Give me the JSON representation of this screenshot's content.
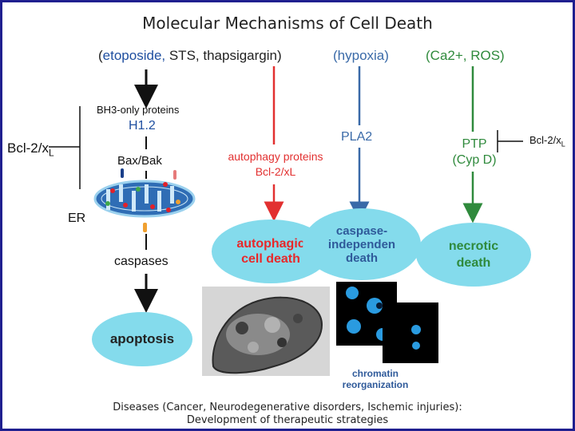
{
  "title": "Molecular Mechanisms of Cell Death",
  "triggers": {
    "apoptosis_open": "(",
    "apoptosis_blue": "etoposide,",
    "apoptosis_rest": " STS, thapsigargin)",
    "caspase_independent": "(hypoxia)",
    "necrotic": "(Ca2+, ROS)"
  },
  "apoptosis_path": {
    "bh3": "BH3-only proteins",
    "h12": "H1.2",
    "bcl_base": "Bcl-2/x",
    "bcl_sub": "L",
    "baxbak": "Bax/Bak",
    "er": "ER",
    "caspases": "caspases",
    "outcome": "apoptosis"
  },
  "autophagy_path": {
    "line1": "autophagy proteins",
    "line2": "Bcl-2/xL",
    "outcome_line1": "autophagic",
    "outcome_line2": "cell death"
  },
  "caspase_independent_path": {
    "mediator": "PLA2",
    "outcome_line1": "caspase-",
    "outcome_line2": "independen",
    "outcome_line3": "death"
  },
  "necrotic_path": {
    "line1": "PTP",
    "line2": "(Cyp D)",
    "bcl_base": "Bcl-2/x",
    "bcl_sub": "L",
    "outcome_line1": "necrotic",
    "outcome_line2": "death"
  },
  "images": {
    "caption_line1": "chromatin",
    "caption_line2": "reorganization"
  },
  "footer": {
    "line1": "Diseases (Cancer, Neurodegenerative disorders, Ischemic injuries):",
    "line2": "Development of therapeutic strategies"
  },
  "colors": {
    "apoptosis_blue": "#1f4fa0",
    "autophagy_red": "#e23030",
    "caspase_indep_blue": "#3a6aa8",
    "necrotic_green": "#2f8a3c",
    "ellipse_fill": "#84dbec"
  }
}
